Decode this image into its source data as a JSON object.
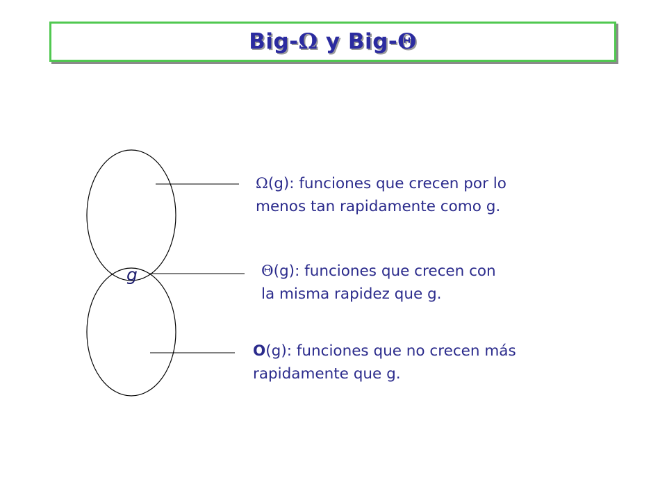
{
  "title": {
    "prefix1": "Big-",
    "sym1": "Ω",
    "middle": " y Big-",
    "sym2": "Θ"
  },
  "diagram": {
    "element_label": "g",
    "descriptions": [
      {
        "symbol": "Ω",
        "arg": "(g)",
        "line1": ": funciones que crecen por lo",
        "line2": "menos tan rapidamente como g."
      },
      {
        "symbol": "Θ",
        "arg": "(g)",
        "line1": ": funciones que crecen con",
        "line2": "la misma rapidez que g."
      },
      {
        "symbol": "O",
        "arg": "(g)",
        "line1": ": funciones que no crecen más",
        "line2": "rapidamente que g."
      }
    ]
  }
}
